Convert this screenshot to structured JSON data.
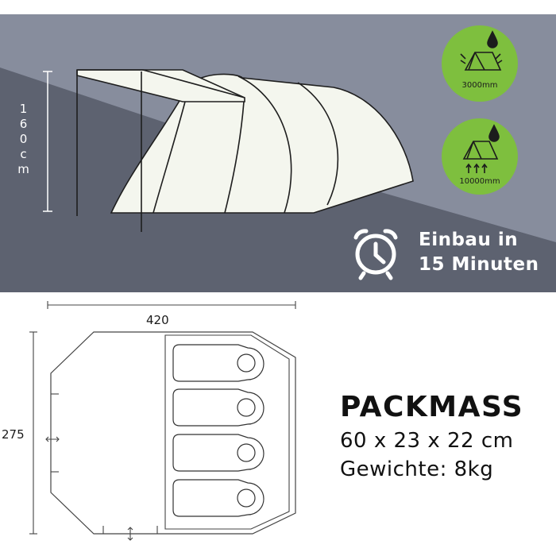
{
  "photo": {
    "height_label": [
      "1",
      "6",
      "0",
      "c",
      "m"
    ],
    "timer_icon": "alarm-clock-icon",
    "timer_line1": "Einbau in",
    "timer_line2": "15 Minuten",
    "badges": [
      {
        "icon": "waterproof-tent-icon",
        "label": "3000mm"
      },
      {
        "icon": "waterproof-floor-icon",
        "label": "10000mm"
      }
    ],
    "colors": {
      "dark": "#5d6270",
      "light": "#878d9d",
      "badge": "#7ebf3e",
      "tent": "#f4f6ee"
    }
  },
  "diagram": {
    "width_label": "420",
    "depth_label": "275"
  },
  "pack": {
    "title": "PACKMASS",
    "size": "60 x 23 x 22 cm",
    "weight": "Gewichte: 8kg"
  }
}
